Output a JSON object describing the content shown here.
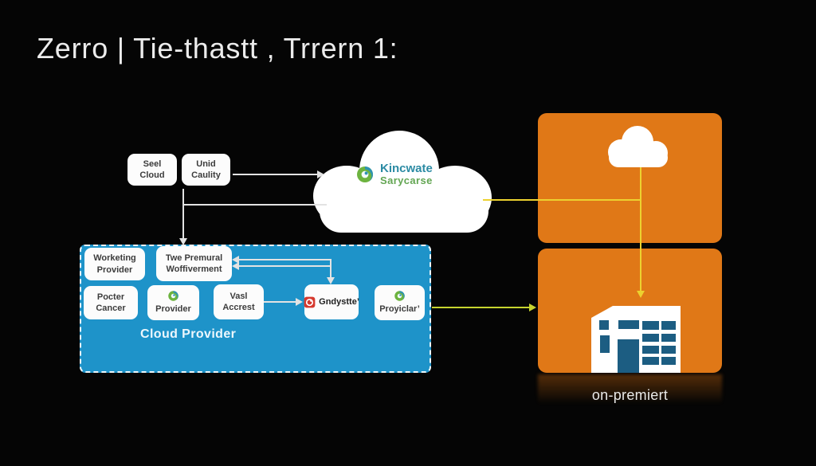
{
  "title": "Zerro | Tie-thastt , Trrern 1:",
  "source_boxes": [
    {
      "label": "Seel\nCloud"
    },
    {
      "label": "Unid\nCaulity"
    }
  ],
  "cloud": {
    "brand_name": "Kincwate",
    "brand_sub": "Sarycarse"
  },
  "cloud_provider": {
    "label": "Cloud Provider",
    "boxes": [
      {
        "label": "Worketing\nProvider"
      },
      {
        "label": "Twe Premural\nWoffiverment"
      },
      {
        "label": "Pocter\nCancer"
      },
      {
        "label": "Provider"
      },
      {
        "label": "Vasl\nAccrest"
      },
      {
        "label": "Gndystte’"
      },
      {
        "label": "Proyiclar’"
      }
    ]
  },
  "on_premises": {
    "label": "on-premiert"
  },
  "colors": {
    "background": "#050505",
    "cloud_zone_blue": "#1e93c9",
    "on_prem_orange": "#e07817",
    "connector_white": "#e3e3e3",
    "connector_yellow": "#ecd12f",
    "connector_yellow_green": "#c6d42f",
    "brand_teal": "#2c8ba4",
    "brand_green": "#63a653",
    "building_window_blue": "#1c5d82",
    "gndystte_red": "#d63a2f"
  }
}
